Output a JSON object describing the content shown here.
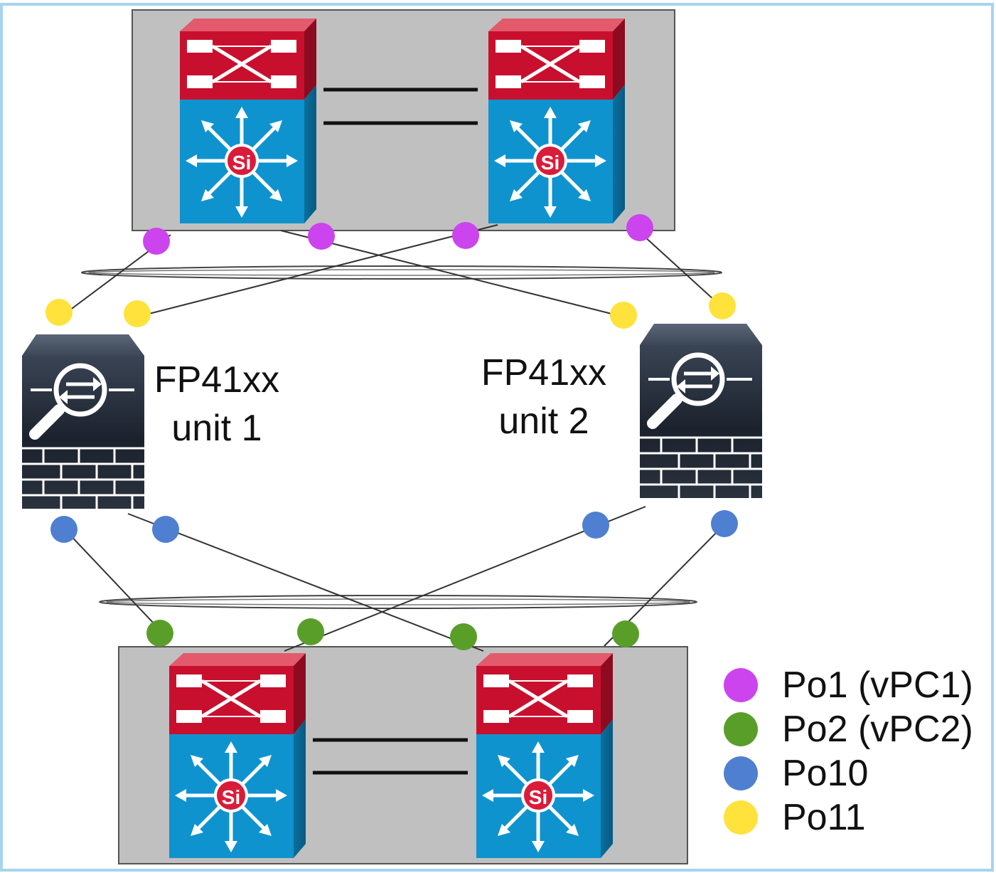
{
  "diagram": {
    "units": [
      {
        "id": "unit1",
        "model": "FP41xx",
        "name": "unit 1"
      },
      {
        "id": "unit2",
        "model": "FP41xx",
        "name": "unit 2"
      }
    ],
    "switch_pairs": [
      "top",
      "bottom"
    ],
    "legend": [
      {
        "label": "Po1 (vPC1)",
        "color": "#cc44ee",
        "link": "top-switches-to-firewalls"
      },
      {
        "label": "Po2 (vPC2)",
        "color": "#5a9e2a",
        "link": "bottom-switches-to-firewalls"
      },
      {
        "label": "Po10",
        "color": "#4f7fd0",
        "link": "firewall-downlinks"
      },
      {
        "label": "Po11",
        "color": "#ffe23b",
        "link": "firewall-uplinks"
      }
    ],
    "colors": {
      "frame": "#a6d4ee",
      "switch_group_bg": "#c0c0c0",
      "switch_red": "#c8102e",
      "switch_blue": "#0e93cf",
      "firewall_dark": "#2b3442",
      "link": "#333333"
    },
    "icons": [
      "nexus-switch-icon",
      "firepower-firewall-icon"
    ]
  }
}
